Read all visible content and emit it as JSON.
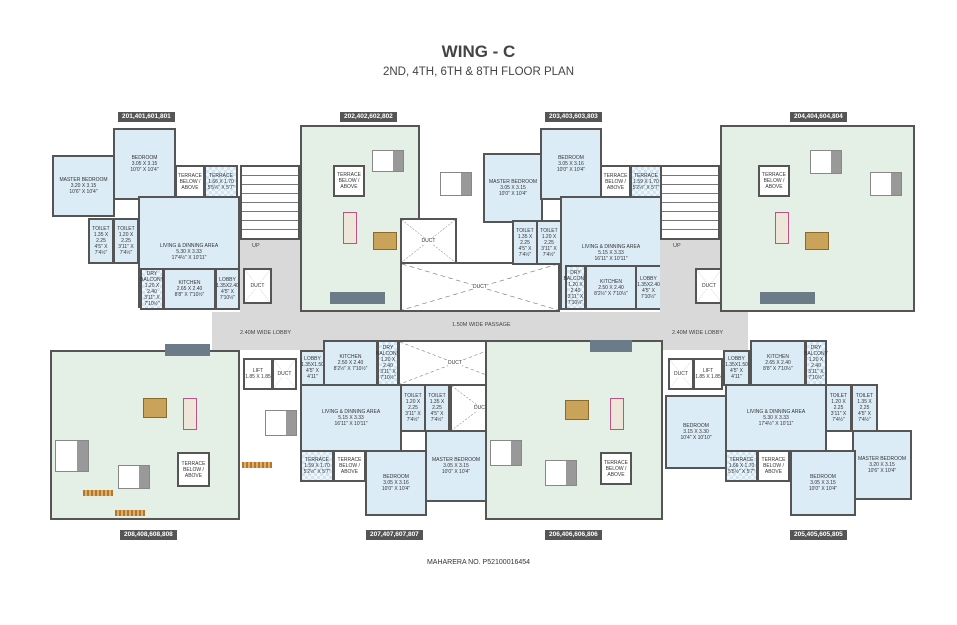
{
  "title": "WING - C",
  "subtitle": "2ND, 4TH, 6TH & 8TH FLOOR PLAN",
  "footer": "MAHARERA NO. P52100016454",
  "unit_tags": {
    "u201": "201,401,601,801",
    "u202": "202,402,602,802",
    "u203": "203,403,603,803",
    "u204": "204,404,604,804",
    "u205": "205,405,605,805",
    "u206": "206,406,606,806",
    "u207": "207,407,607,807",
    "u208": "208,408,608,808"
  },
  "corridor": {
    "lobby_left": "2.40M WIDE LOBBY",
    "passage": "1.50M WIDE PASSAGE",
    "lobby_right": "2.40M WIDE LOBBY"
  },
  "core": {
    "up": "UP",
    "duct": "DUCT",
    "lift": "LIFT",
    "lift_size": "1.85 X 1.85",
    "terrace_below_1": "TERRACE",
    "terrace_below_2": "BELOW /",
    "terrace_below_3": "ABOVE"
  },
  "rooms": {
    "u201": {
      "master": {
        "name": "MASTER BEDROOM",
        "m": "3.20 X 3.15",
        "ft": "10'6\" X 10'4\""
      },
      "bedroom": {
        "name": "BEDROOM",
        "m": "3.05 X 3.15",
        "ft": "10'0\" X 10'4\""
      },
      "terrace_below": {
        "name": "TERRACE",
        "m": "BELOW /",
        "ft": "ABOVE"
      },
      "terrace": {
        "name": "TERRACE",
        "m": "1.66 X 1.70",
        "ft": "5'5½\" X 5'7\""
      },
      "living": {
        "name": "LIVING & DINNING AREA",
        "m": "5.30 X 3.33",
        "ft": "17'4½\" X 10'11\""
      },
      "toilet1": {
        "name": "TOILET",
        "m": "1.35 X 2.25",
        "ft": "4'5\" X 7'4½\""
      },
      "toilet2": {
        "name": "TOILET",
        "m": "1.20 X 2.25",
        "ft": "3'11\" X 7'4½\""
      },
      "dry": {
        "name": "DRY BALCONY",
        "m": "1.20 X 2.40",
        "ft": "3'11\" X 7'10½\""
      },
      "kitchen": {
        "name": "KITCHEN",
        "m": "2.65 X 2.40",
        "ft": "8'8\" X 7'10½\""
      },
      "lobby": {
        "name": "LOBBY",
        "m": "1.35X2.40",
        "ft": "4'5\" X 7'10½\""
      }
    },
    "u203": {
      "master": {
        "name": "MASTER BEDROOM",
        "m": "3.05 X 3.15",
        "ft": "10'0\" X 10'4\""
      },
      "bedroom": {
        "name": "BEDROOM",
        "m": "3.05 X 3.16",
        "ft": "10'0\" X 10'4\""
      },
      "terrace_below": {
        "name": "TERRACE",
        "m": "BELOW /",
        "ft": "ABOVE"
      },
      "terrace": {
        "name": "TERRACE",
        "m": "1.59 X 1.70",
        "ft": "5'2½\" X 5'7\""
      },
      "living": {
        "name": "LIVING & DINNING AREA",
        "m": "5.15 X 3.33",
        "ft": "16'11\" X 10'11\""
      },
      "toilet1": {
        "name": "TOILET",
        "m": "1.35 X 2.25",
        "ft": "4'5\" X 7'4½\""
      },
      "toilet2": {
        "name": "TOILET",
        "m": "1.20 X 2.25",
        "ft": "3'11\" X 7'4½\""
      },
      "dry": {
        "name": "DRY BALCONY",
        "m": "1.20 X 2.40",
        "ft": "3'11\" X 7'10½\""
      },
      "kitchen": {
        "name": "KITCHEN",
        "m": "2.50 X 2.40",
        "ft": "8'2½\" X 7'10½\""
      },
      "lobby": {
        "name": "LOBBY",
        "m": "1.35X2.40",
        "ft": "4'5\" X 7'10½\""
      }
    },
    "u207": {
      "lobby": {
        "name": "LOBBY",
        "m": "1.35X1.50",
        "ft": "4'5\" X 4'11\""
      },
      "kitchen": {
        "name": "KITCHEN",
        "m": "2.50 X 2.40",
        "ft": "8'2½\" X 7'10½\""
      },
      "dry": {
        "name": "DRY BALCONY",
        "m": "1.20 X 2.40",
        "ft": "3'11\" X 7'10½\""
      },
      "living": {
        "name": "LIVING & DINNING AREA",
        "m": "5.15 X 3.33",
        "ft": "16'11\" X 10'11\""
      },
      "toilet1": {
        "name": "TOILET",
        "m": "1.20 X 2.25",
        "ft": "3'11\" X 7'4½\""
      },
      "toilet2": {
        "name": "TOILET",
        "m": "1.35 X 2.25",
        "ft": "4'5\" X 7'4½\""
      },
      "master": {
        "name": "MASTER BEDROOM",
        "m": "3.05 X 3.15",
        "ft": "10'0\" X 10'4\""
      },
      "bedroom": {
        "name": "BEDROOM",
        "m": "3.05 X 3.16",
        "ft": "10'0\" X 10'4\""
      },
      "terrace": {
        "name": "TERRACE",
        "m": "1.59 X 1.70",
        "ft": "5'2½\" X 5'7\""
      },
      "terrace_below": {
        "name": "TERRACE",
        "m": "BELOW /",
        "ft": "ABOVE"
      }
    },
    "u205": {
      "lobby": {
        "name": "LOBBY",
        "m": "1.35X1.50",
        "ft": "4'5\" X 4'11\""
      },
      "kitchen": {
        "name": "KITCHEN",
        "m": "2.65 X 2.40",
        "ft": "8'8\" X 7'10½\""
      },
      "dry": {
        "name": "DRY BALCONY",
        "m": "1.20 X 2.40",
        "ft": "3'11\" X 7'10½\""
      },
      "bedroom2": {
        "name": "BEDROOM",
        "m": "3.15 X 3.30",
        "ft": "10'4\" X 10'10\""
      },
      "living": {
        "name": "LIVING & DINNING AREA",
        "m": "5.30 X 3.33",
        "ft": "17'4½\" X 10'11\""
      },
      "toilet1": {
        "name": "TOILET",
        "m": "1.20 X 2.25",
        "ft": "3'11\" X 7'4½\""
      },
      "toilet2": {
        "name": "TOILET",
        "m": "1.35 X 2.25",
        "ft": "4'5\" X 7'4½\""
      },
      "master": {
        "name": "MASTER BEDROOM",
        "m": "3.20 X 3.15",
        "ft": "10'6\" X 10'4\""
      },
      "bedroom": {
        "name": "BEDROOM",
        "m": "3.05 X 3.15",
        "ft": "10'0\" X 10'4\""
      },
      "terrace": {
        "name": "TERRACE",
        "m": "1.66 X 1.70",
        "ft": "5'5½\" X 5'7\""
      },
      "terrace_below": {
        "name": "TERRACE",
        "m": "BELOW /",
        "ft": "ABOVE"
      }
    }
  }
}
